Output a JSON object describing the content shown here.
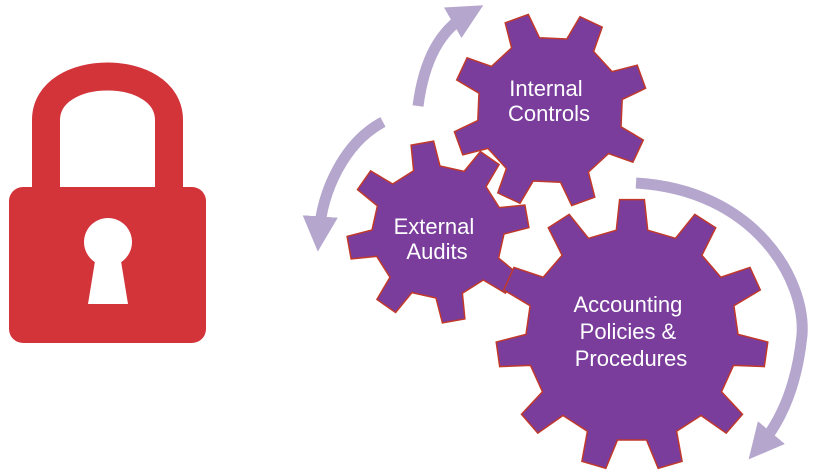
{
  "colors": {
    "background": "#ffffff",
    "lock_body": "#d3343a",
    "lock_keyhole": "#ffffff",
    "gear_fill": "#7a3d9c",
    "gear_outline": "#c0392b",
    "arrow": "#b5a6cd",
    "gear_label": "#ffffff"
  },
  "icons": {
    "lock": "padlock-icon",
    "cycle": "cycle-arrow-icon",
    "gear": "gear-icon"
  },
  "gears": {
    "internal_controls": {
      "line1": "Internal",
      "line2": "Controls"
    },
    "external_audits": {
      "line1": "External",
      "line2": "Audits"
    },
    "accounting": {
      "line1": "Accounting",
      "line2": "Policies &",
      "line3": "Procedures"
    }
  }
}
